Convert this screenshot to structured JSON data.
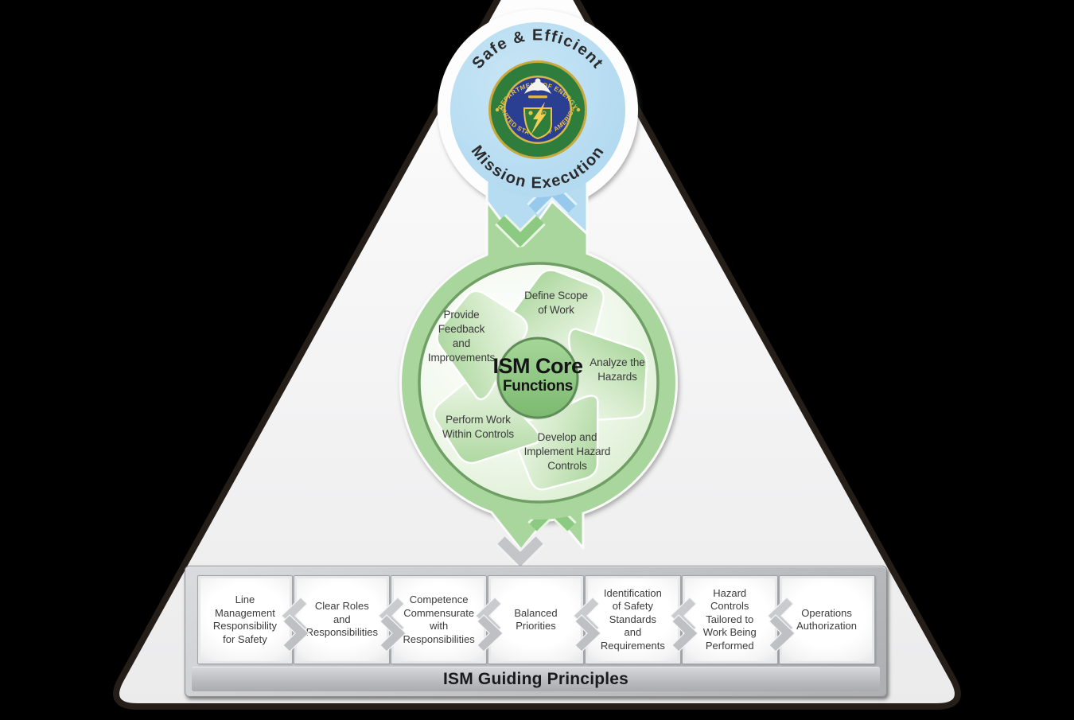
{
  "top_circle": {
    "arc_top_label": "Safe & Efficient",
    "arc_bottom_label": "Mission Execution",
    "seal": {
      "arc_top": "DEPARTMENT OF ENERGY",
      "arc_bottom": "UNITED STATES OF AMERICA"
    }
  },
  "core": {
    "title": "ISM Core",
    "subtitle": "Functions",
    "functions": [
      {
        "label": "Define Scope\nof Work"
      },
      {
        "label": "Analyze the\nHazards"
      },
      {
        "label": "Develop and\nImplement Hazard\nControls"
      },
      {
        "label": "Perform Work\nWithin Controls"
      },
      {
        "label": "Provide\nFeedback\nand\nImprovements"
      }
    ]
  },
  "principles": {
    "title": "ISM Guiding Principles",
    "items": [
      {
        "label": "Line\nManagement\nResponsibility\nfor Safety"
      },
      {
        "label": "Clear Roles\nand\nResponsibilities"
      },
      {
        "label": "Competence\nCommensurate\nwith\nResponsibilities"
      },
      {
        "label": "Balanced\nPriorities"
      },
      {
        "label": "Identification\nof Safety\nStandards\nand\nRequirements"
      },
      {
        "label": "Hazard\nControls\nTailored to\nWork Being\nPerformed"
      },
      {
        "label": "Operations\nAuthorization"
      }
    ]
  },
  "colors": {
    "background": "#000000",
    "triangle_fill": "#f2f2f3",
    "triangle_outline": "#241d18",
    "mission_blue": "#b5dcf1",
    "ism_green": "#a9d69d",
    "green_dark_ring": "#6f9f64",
    "core_circle_green": "#8cc47f",
    "panel_gray": "#c7c8cb",
    "seal_blue": "#2b3f92",
    "seal_green": "#2e7d3c",
    "seal_gold": "#e0b64a"
  }
}
